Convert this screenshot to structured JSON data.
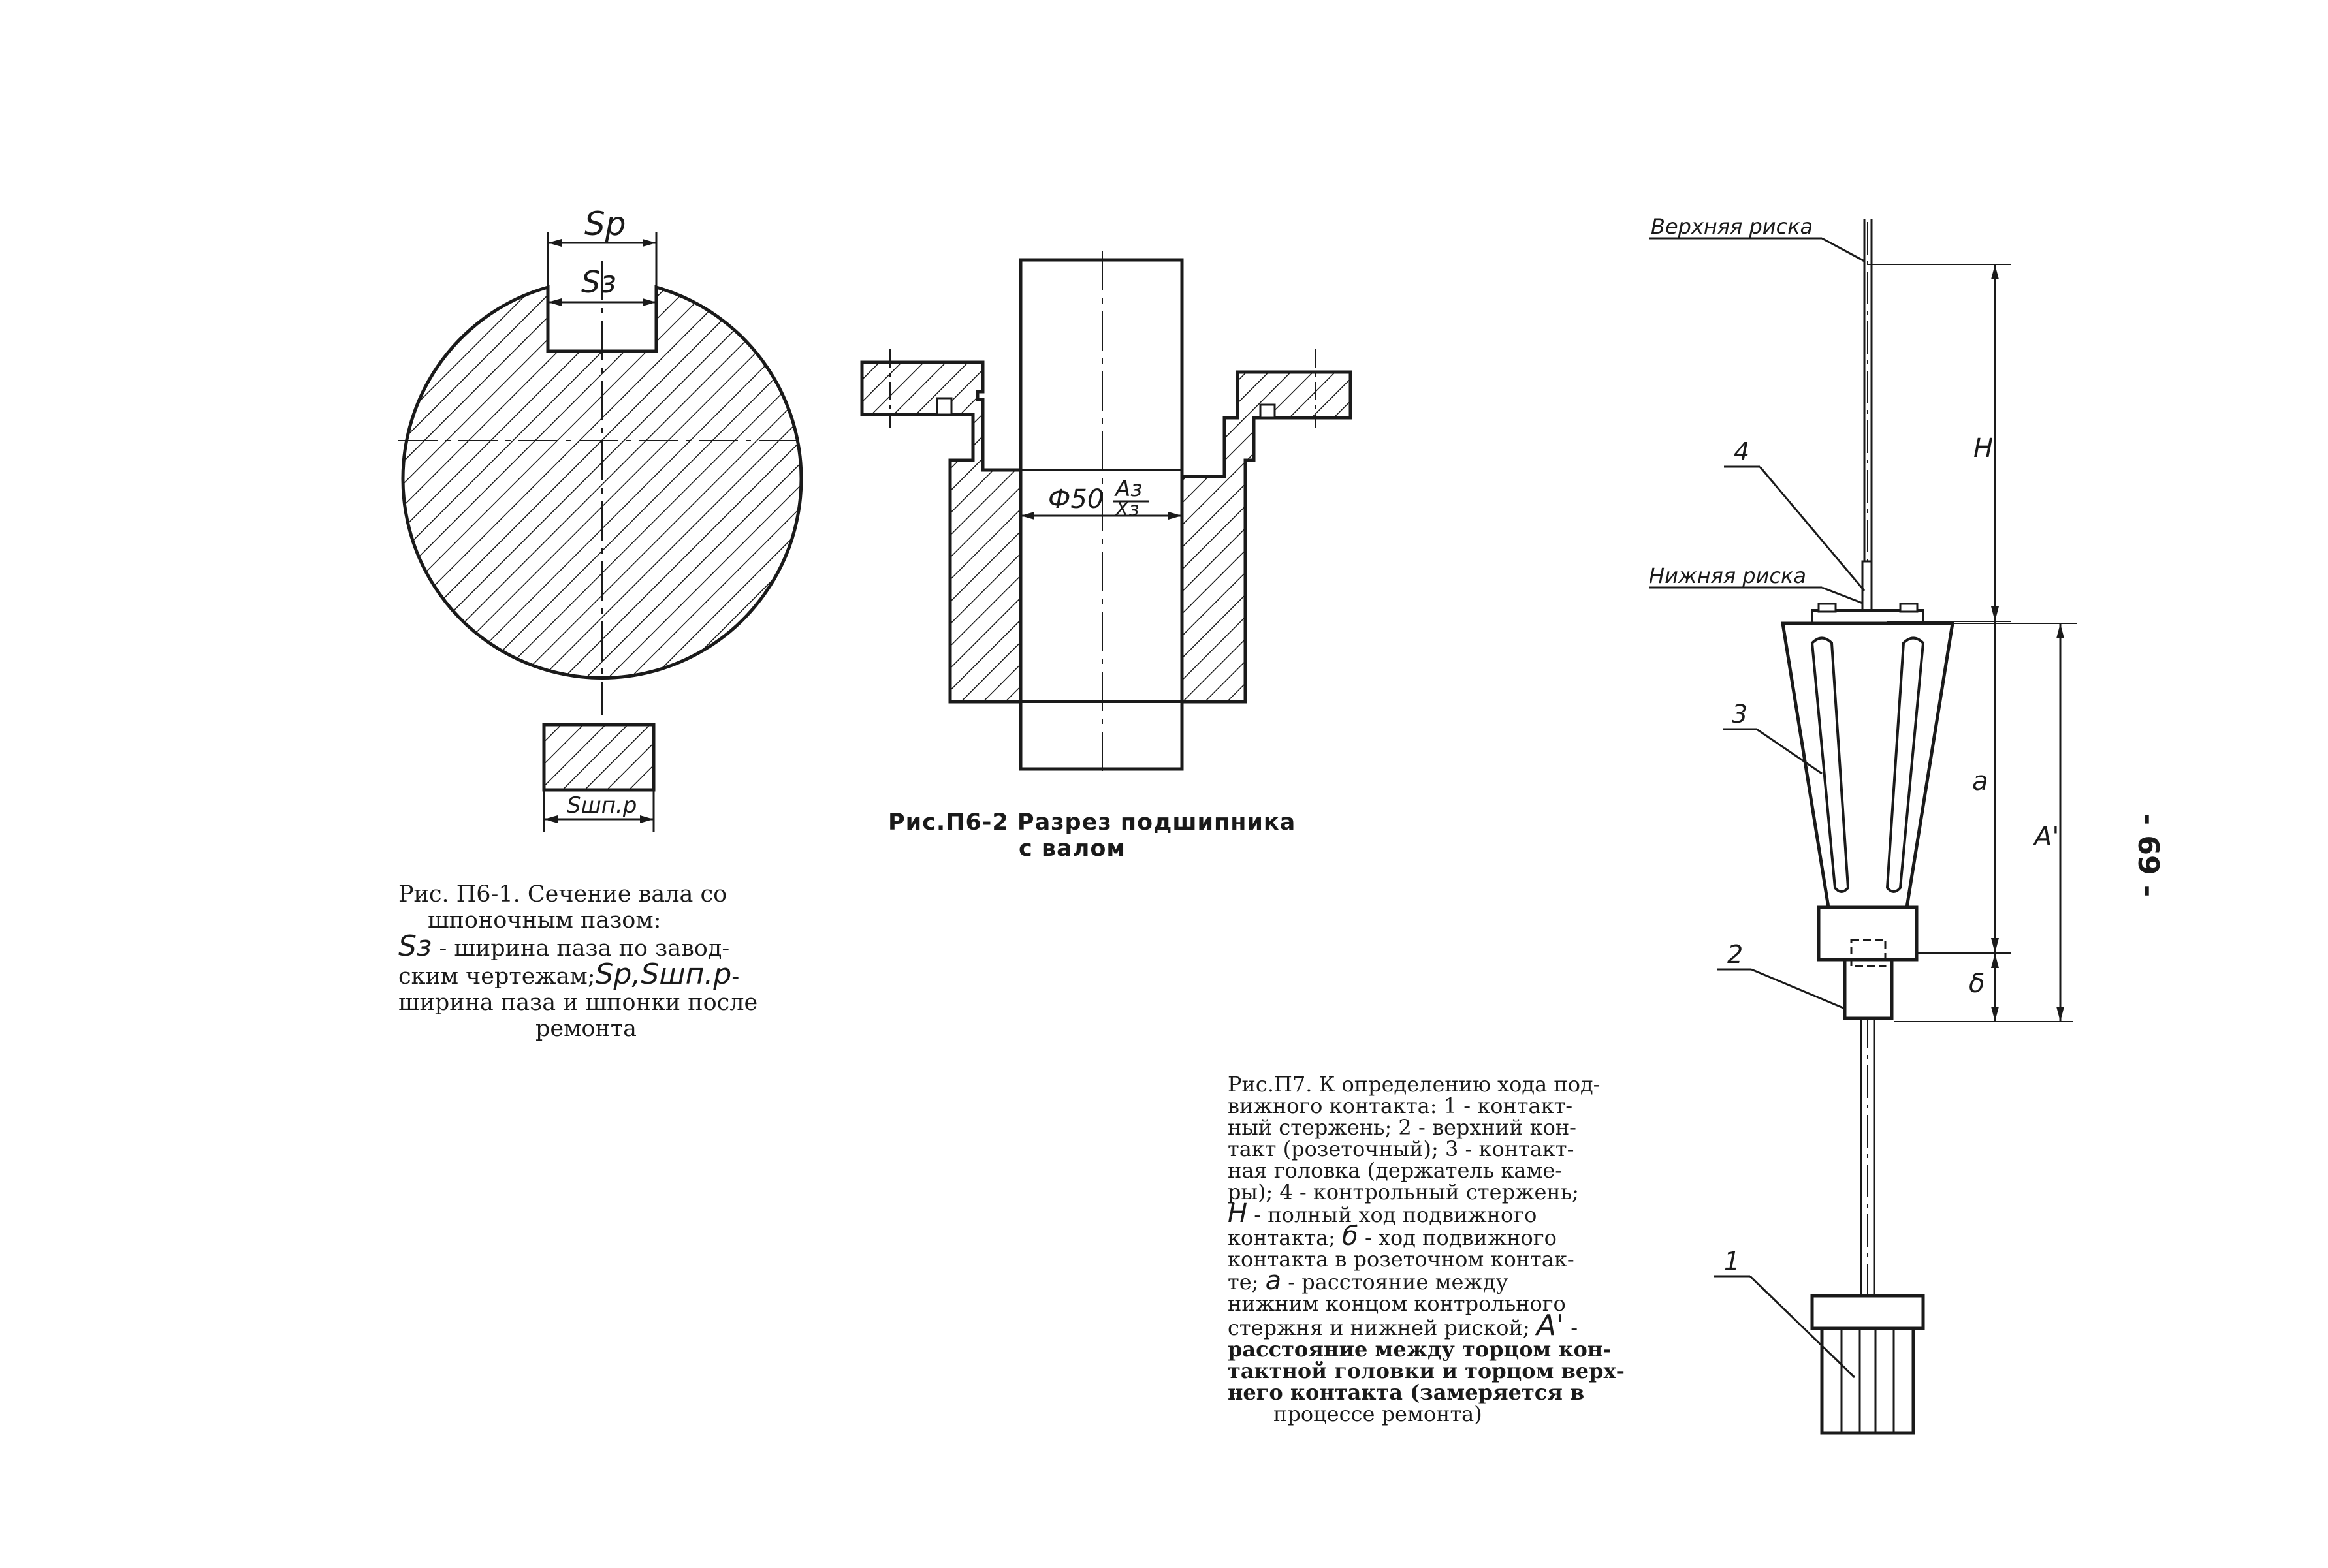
{
  "fig1": {
    "dim_top": "Sр",
    "dim_inner": "Sз",
    "dim_key": "Sшп.р",
    "caption_line1": "Рис. П6-1. Сечение вала со",
    "caption_line2": "шпоночным пазом:",
    "caption_sym1": "Sз",
    "caption_line3": " - ширина паза по завод-",
    "caption_line4": "ским чертежам;",
    "caption_sym2": "Sр,Sшп.р",
    "caption_line4b": "-",
    "caption_line5": "ширина паза и шпонки после",
    "caption_line6": "ремонта"
  },
  "fig2": {
    "dim_label": "Ф50",
    "fit_top": "Аз",
    "fit_bottom": "Хз",
    "caption_line1": "Рис.П6-2 Разрез подшипника",
    "caption_line2": "с валом"
  },
  "fig3": {
    "upper_mark": "Верхняя риска",
    "lower_mark": "Нижняя риска",
    "dim_H": "Н",
    "dim_a": "а",
    "dim_A": "А'",
    "dim_b": "δ",
    "label_1": "1",
    "label_2": "2",
    "label_3": "3",
    "label_4": "4",
    "caption_lines": [
      "Рис.П7. К определению хода под-",
      "вижного контакта: 1 - контакт-",
      "ный стержень; 2 - верхний кон-",
      "такт (розеточный); 3 - контакт-",
      "ная головка (держатель каме-",
      "ры); 4 - контрольный стержень;"
    ],
    "caption_sym_H": "Н",
    "caption_line7": " - полный ход подвижного",
    "caption_line8": "контакта;",
    "caption_sym_b": "б",
    "caption_line8b": " - ход подвижного",
    "caption_line9": "контакта в розеточном контак-",
    "caption_line10": "те;",
    "caption_sym_a": "а",
    "caption_line10b": " - расстояние между",
    "caption_line11": "нижним концом контрольного",
    "caption_line12": "стержня и нижней риской;",
    "caption_sym_A": "А'",
    "caption_line12b": " -",
    "caption_line13": "расстояние между торцом кон-",
    "caption_line14": "тактной головки и торцом верх-",
    "caption_line15": "него контакта (замеряется в",
    "caption_line16": "процессе ремонта)"
  },
  "page_number": "- 69 -"
}
